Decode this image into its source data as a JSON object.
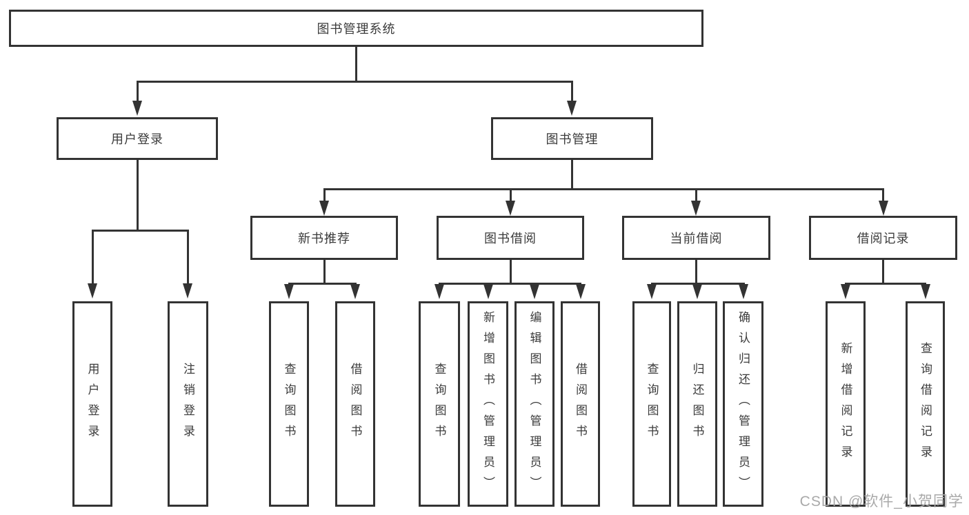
{
  "diagram": {
    "root": {
      "label": "图书管理系统"
    },
    "level2": [
      {
        "label": "用户登录",
        "children": [
          {
            "label": "用户登录"
          },
          {
            "label": "注销登录"
          }
        ]
      },
      {
        "label": "图书管理",
        "children": [
          {
            "label": "新书推荐",
            "children": [
              {
                "label": "查询图书"
              },
              {
                "label": "借阅图书"
              }
            ]
          },
          {
            "label": "图书借阅",
            "children": [
              {
                "label": "查询图书"
              },
              {
                "label": "新增图书（管理员）"
              },
              {
                "label": "编辑图书（管理员）"
              },
              {
                "label": "借阅图书"
              }
            ]
          },
          {
            "label": "当前借阅",
            "children": [
              {
                "label": "查询图书"
              },
              {
                "label": "归还图书"
              },
              {
                "label": "确认归还（管理员）"
              }
            ]
          },
          {
            "label": "借阅记录",
            "children": [
              {
                "label": "新增借阅记录"
              },
              {
                "label": "查询借阅记录"
              }
            ]
          }
        ]
      }
    ]
  },
  "watermark": {
    "text": "CSDN @软件_小贺同学"
  },
  "colors": {
    "line": "#333333",
    "text": "#3b3b3b",
    "watermark": "#a9a9a9",
    "background": "#ffffff"
  }
}
